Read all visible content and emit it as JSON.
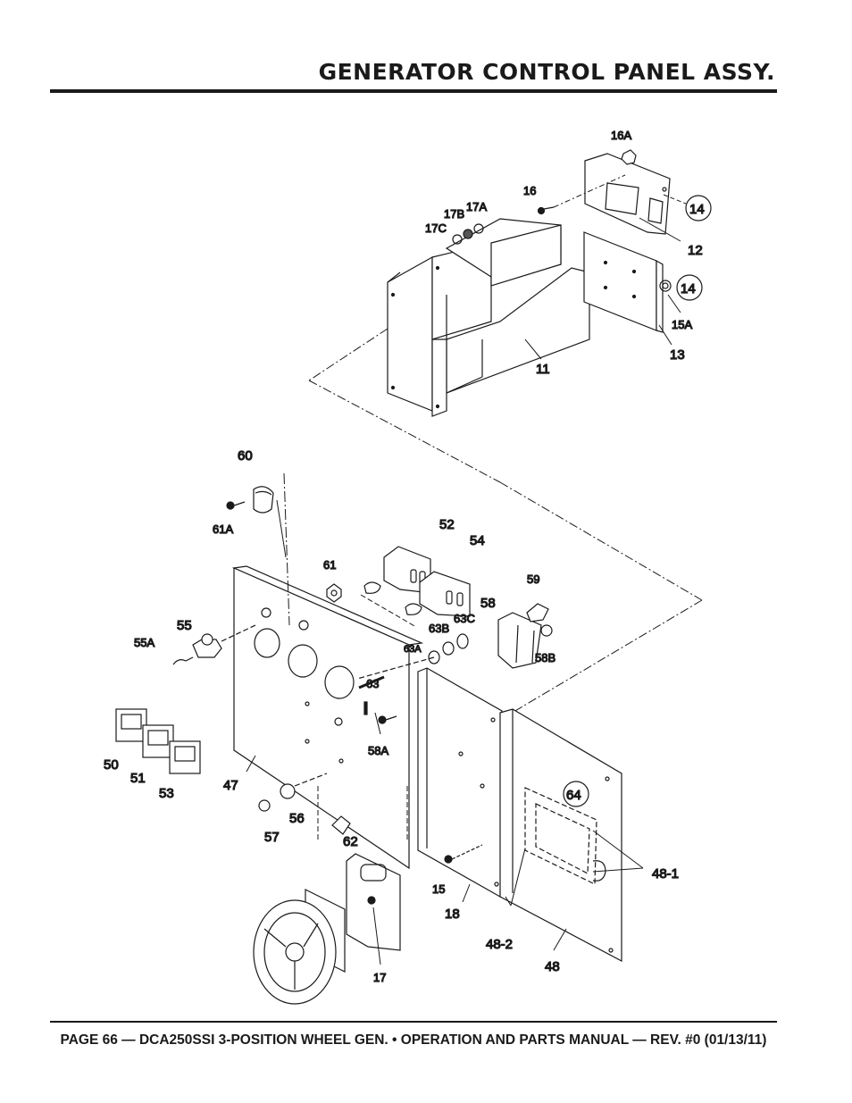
{
  "page": {
    "title": "GENERATOR CONTROL PANEL ASSY.",
    "footer": "PAGE 66 — DCA250SSI 3-POSITION WHEEL GEN. • OPERATION AND PARTS MANUAL — REV. #0 (01/13/11)"
  },
  "callouts": {
    "c16A": "16A",
    "c16": "16",
    "c17B": "17B",
    "c17A": "17A",
    "c17C": "17C",
    "c14a": "14",
    "c12": "12",
    "c14b": "14",
    "c15A": "15A",
    "c13": "13",
    "c11": "11",
    "c60": "60",
    "c61A": "61A",
    "c52": "52",
    "c54": "54",
    "c61": "61",
    "c55": "55",
    "c55A": "55A",
    "c59": "59",
    "c58": "58",
    "c63C": "63C",
    "c63B": "63B",
    "c63A": "63A",
    "c58B": "58B",
    "c63": "63",
    "c58A": "58A",
    "c50": "50",
    "c51": "51",
    "c53": "53",
    "c47": "47",
    "c64": "64",
    "c56": "56",
    "c57": "57",
    "c62": "62",
    "c48_1": "48-1",
    "c15": "15",
    "c18": "18",
    "c48_2": "48-2",
    "c48": "48",
    "c17": "17"
  }
}
